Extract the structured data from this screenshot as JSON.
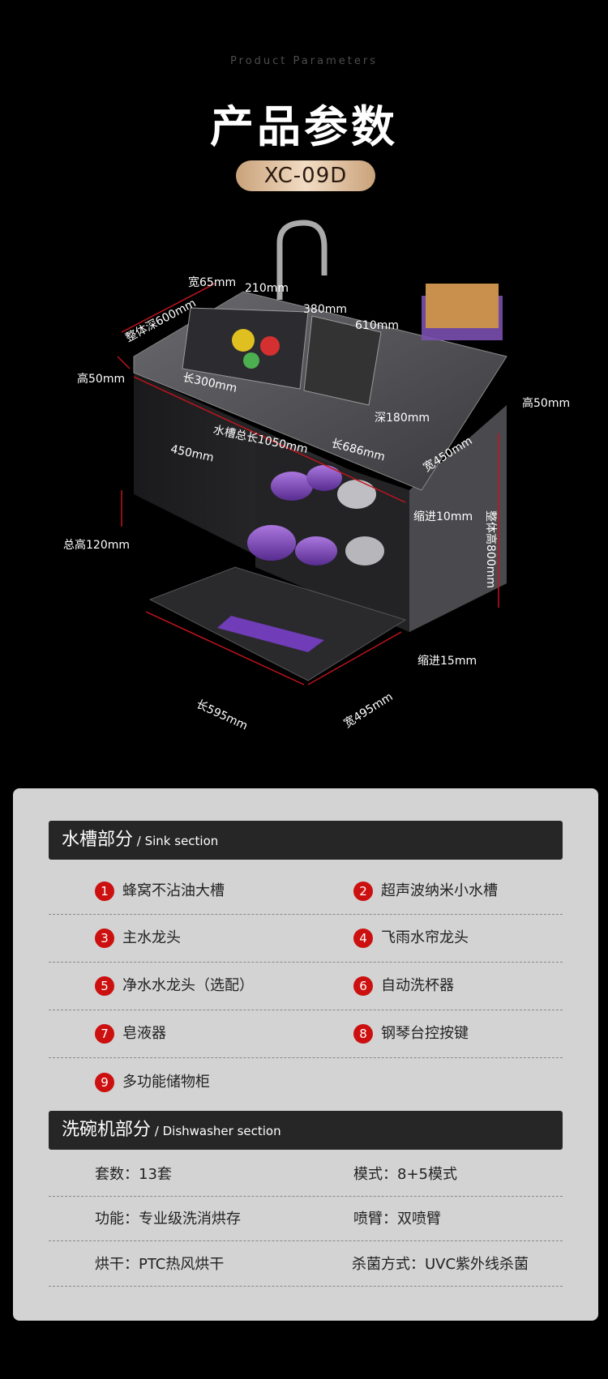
{
  "header": {
    "subtitle_en": "Product Parameters",
    "title": "产品参数",
    "model": "XC-09D"
  },
  "dimensions": {
    "width_65": "宽65mm",
    "d210": "210mm",
    "d380": "380mm",
    "d610": "610mm",
    "depth_total": "整体深600mm",
    "height_50_left": "高50mm",
    "length_300": "长300mm",
    "depth_180": "深180mm",
    "height_50_right": "高50mm",
    "sink_total_len": "水槽总长1050mm",
    "length_686": "长686mm",
    "width_450": "宽450mm",
    "d450": "450mm",
    "height_total": "整体高800mm",
    "inset_10": "缩进10mm",
    "total_h_120": "总高120mm",
    "inset_15": "缩进15mm",
    "length_595": "长595mm",
    "width_495": "宽495mm"
  },
  "sink_section": {
    "title_zh": "水槽部分",
    "title_en": " / Sink section",
    "items": [
      {
        "num": "1",
        "label": "蜂窝不沾油大槽"
      },
      {
        "num": "2",
        "label": "超声波纳米小水槽"
      },
      {
        "num": "3",
        "label": "主水龙头"
      },
      {
        "num": "4",
        "label": "飞雨水帘龙头"
      },
      {
        "num": "5",
        "label": "净水水龙头（选配）"
      },
      {
        "num": "6",
        "label": "自动洗杯器"
      },
      {
        "num": "7",
        "label": "皂液器"
      },
      {
        "num": "8",
        "label": "钢琴台控按键"
      },
      {
        "num": "9",
        "label": "多功能储物柜"
      }
    ]
  },
  "dishwasher_section": {
    "title_zh": "洗碗机部分",
    "title_en": " / Dishwasher section",
    "items": [
      {
        "label": "套数：13套"
      },
      {
        "label": "模式：8+5模式"
      },
      {
        "label": "功能：专业级洗消烘存"
      },
      {
        "label": "喷臂：双喷臂"
      },
      {
        "label": "烘干：PTC热风烘干"
      },
      {
        "label": "杀菌方式：UVC紫外线杀菌"
      }
    ]
  },
  "colors": {
    "accent_gold": "#e6c8a8",
    "badge_red": "#cc1010",
    "panel_bg": "#d3d3d3",
    "bar_bg": "#262626"
  }
}
